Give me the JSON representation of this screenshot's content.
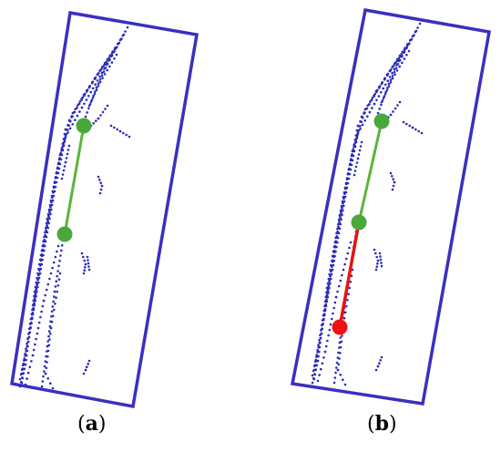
{
  "colors": {
    "frame": "#3b2fc0",
    "points": "#2b2bb8",
    "green": "#4aa83a",
    "green_line": "#5cb43e",
    "red": "#ee1111"
  },
  "panels": [
    {
      "id": "a",
      "caption": {
        "open": "(",
        "letter": "a",
        "close": ")"
      }
    },
    {
      "id": "b",
      "caption": {
        "open": "(",
        "letter": "b",
        "close": ")"
      }
    }
  ]
}
